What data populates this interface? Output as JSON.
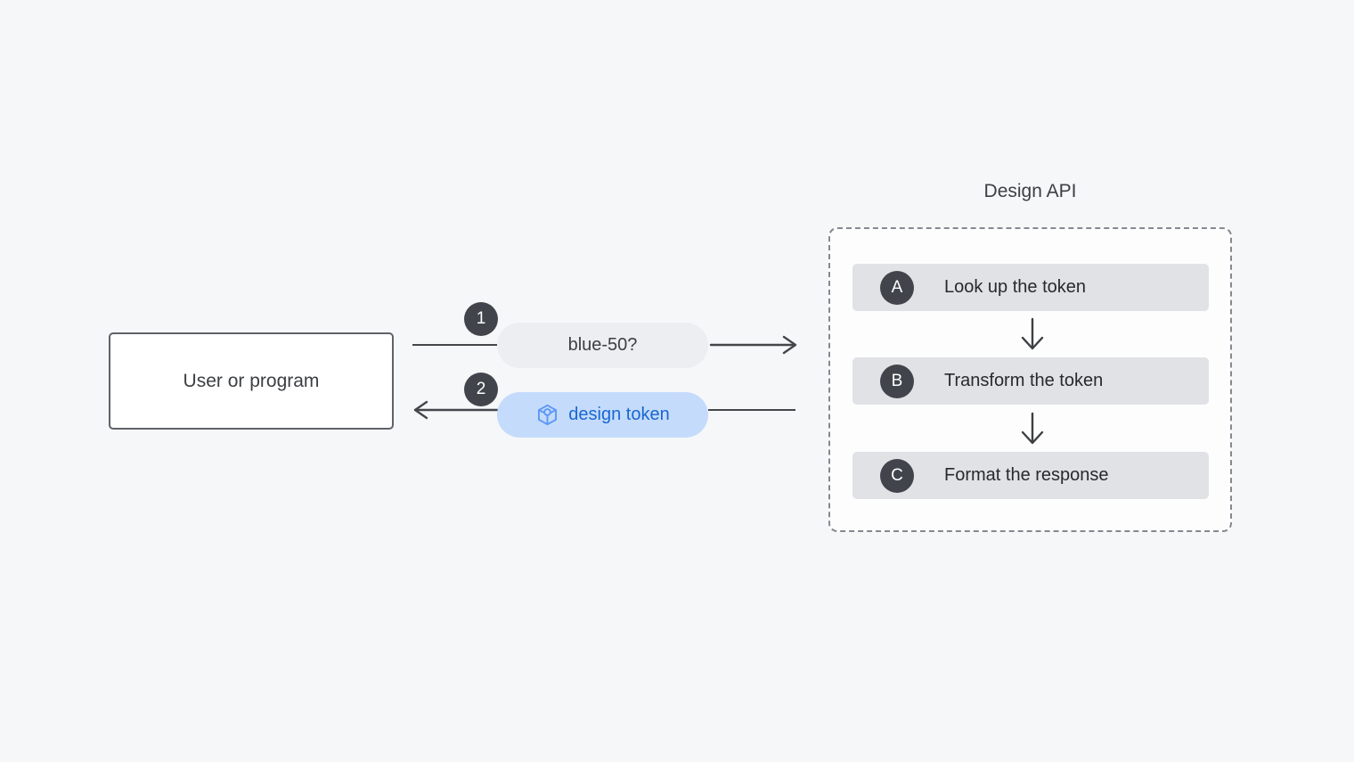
{
  "user_box": {
    "label": "User or program"
  },
  "flow": {
    "request": {
      "badge": "1",
      "label": "blue-50?"
    },
    "response": {
      "badge": "2",
      "label": "design token",
      "icon": "token-cube-icon"
    }
  },
  "api": {
    "title": "Design API",
    "steps": [
      {
        "badge": "A",
        "label": "Look up the token"
      },
      {
        "badge": "B",
        "label": "Transform the token"
      },
      {
        "badge": "C",
        "label": "Format the response"
      }
    ]
  },
  "colors": {
    "page_background": "#f5f7f9",
    "box_border": "#5f6368",
    "arrow": "#44474a",
    "badge_background": "#41454b",
    "request_pill_background": "#eceef1",
    "response_pill_background": "#c4dbfb",
    "response_text_blue": "#1967d2",
    "token_icon_blue": "#5e97f6",
    "step_row_background": "#e0e2e5",
    "dashed_border": "#85898f",
    "text_dark": "#3c4043"
  }
}
